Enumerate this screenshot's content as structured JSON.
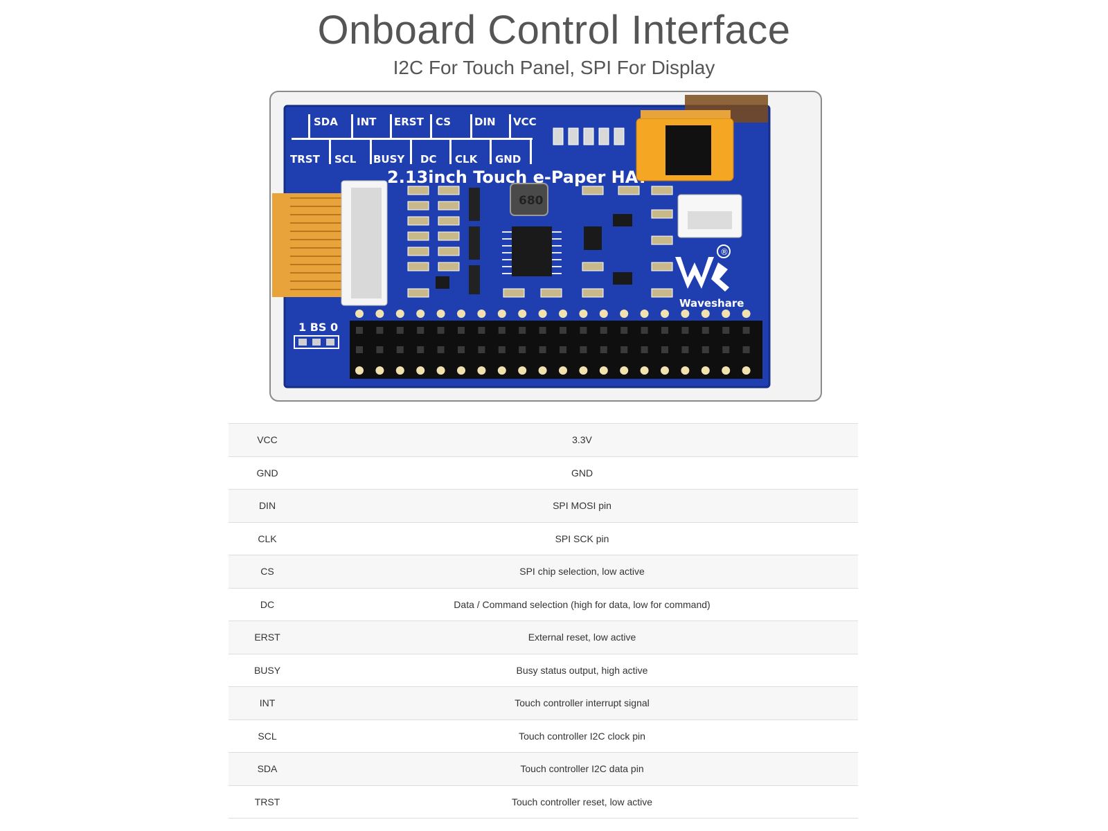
{
  "page": {
    "title": "Onboard Control Interface",
    "subtitle": "I2C For Touch Panel, SPI For Display"
  },
  "board": {
    "name_label": "2.13inch Touch e-Paper HAT",
    "top_pin_labels": [
      "SDA",
      "INT",
      "ERST",
      "CS",
      "DIN",
      "VCC"
    ],
    "bottom_pin_labels": [
      "TRST",
      "SCL",
      "BUSY",
      "DC",
      "CLK",
      "GND"
    ],
    "inductor_label": "680",
    "bs_label": "1 BS 0",
    "brand": "Waveshare",
    "registered_mark": "®",
    "colors": {
      "pcb": "#1f3fb0",
      "fpc": "#e8a33a",
      "frame": "#f2f2f2"
    }
  },
  "pins": [
    {
      "pin": "VCC",
      "description": "3.3V"
    },
    {
      "pin": "GND",
      "description": "GND"
    },
    {
      "pin": "DIN",
      "description": "SPI MOSI pin"
    },
    {
      "pin": "CLK",
      "description": "SPI SCK pin"
    },
    {
      "pin": "CS",
      "description": "SPI chip selection, low active"
    },
    {
      "pin": "DC",
      "description": "Data / Command selection (high for data, low for command)"
    },
    {
      "pin": "ERST",
      "description": "External reset, low active"
    },
    {
      "pin": "BUSY",
      "description": "Busy status output, high active"
    },
    {
      "pin": "INT",
      "description": "Touch controller interrupt signal"
    },
    {
      "pin": "SCL",
      "description": "Touch controller I2C clock pin"
    },
    {
      "pin": "SDA",
      "description": "Touch controller I2C data pin"
    },
    {
      "pin": "TRST",
      "description": "Touch controller reset, low active"
    }
  ]
}
